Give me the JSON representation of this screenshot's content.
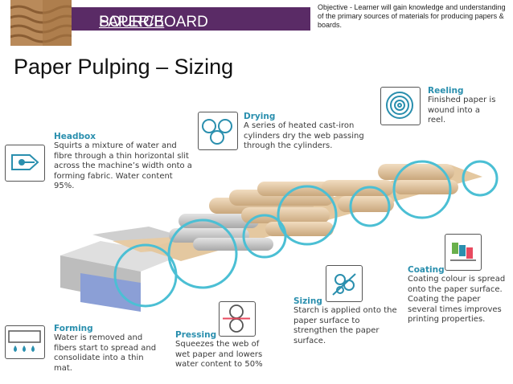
{
  "header": {
    "title_prefix": "PAPER/BOARD ",
    "title_link": "SOURCE",
    "objective": "Objective - Learner will gain knowledge and understanding of  the primary sources of materials for producing papers & boards."
  },
  "slide": {
    "title": "Paper Pulping – Sizing"
  },
  "stages": {
    "headbox": {
      "title": "Headbox",
      "text": "Squirts a mixture of water and fibre through  a thin horizontal slit across the machine’s width onto a forming fabric. Water content 95%."
    },
    "drying": {
      "title": "Drying",
      "text": "A series of heated cast-iron cylinders dry the web passing through the cylinders."
    },
    "reeling": {
      "title": "Reeling",
      "text": "Finished paper is wound into a reel."
    },
    "forming": {
      "title": "Forming",
      "text": "Water is removed and fibers start to spread and consolidate into a thin mat."
    },
    "pressing": {
      "title": "Pressing",
      "text": "Squeezes the web of wet paper and lowers water content to 50%"
    },
    "sizing": {
      "title": "Sizing",
      "text": "Starch is applied onto the paper surface to strengthen the paper surface."
    },
    "coating": {
      "title": "Coating",
      "text": "Coating colour is spread onto the paper surface. Coating the paper several times improves printing properties."
    }
  },
  "colors": {
    "title_band": "#5a2b66",
    "accent": "#2a8fae",
    "highlight_ring": "#4bbfd4"
  },
  "icons": {
    "headbox": "headbox-nozzle-icon",
    "drying": "drying-cylinders-icon",
    "reeling": "reel-spiral-icon",
    "forming": "water-drops-icon",
    "pressing": "press-rollers-icon",
    "sizing": "sizing-roller-icon",
    "coating": "coating-color-icon"
  }
}
